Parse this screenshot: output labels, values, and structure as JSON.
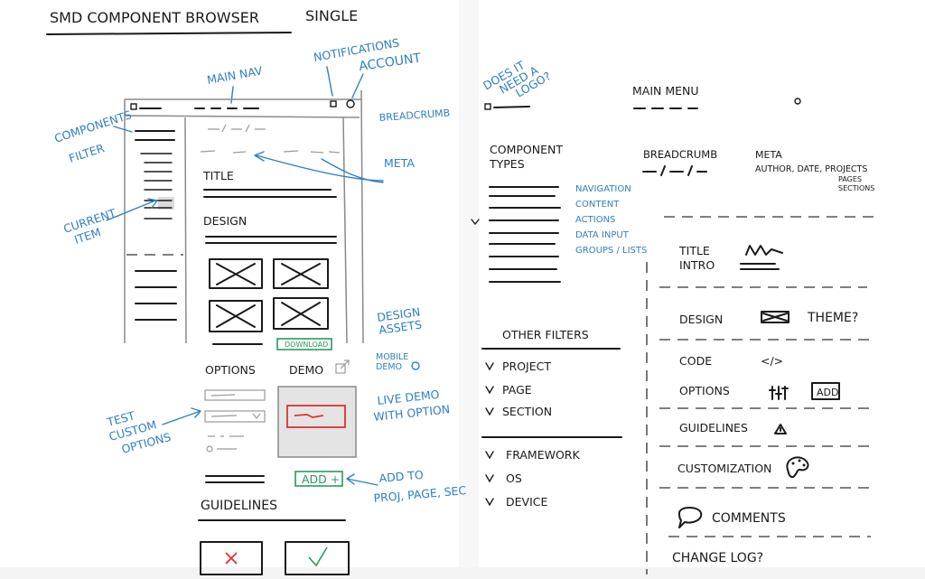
{
  "left": {
    "title": "SMD COMPONENT BROWSER",
    "subtitle": "SINGLE",
    "ann_main_nav": "MAIN NAV",
    "ann_notifications": "NOTIFICATIONS",
    "ann_account": "ACCOUNT",
    "ann_breadcrumb": "BREADCRUMB",
    "ann_components_filter": [
      "COMPONENTS",
      "FILTER"
    ],
    "ann_meta": "META",
    "ann_current_item": [
      "CURRENT",
      "ITEM"
    ],
    "wf_title": "TITLE",
    "wf_design": "DESIGN",
    "wf_download": "DOWNLOAD",
    "ann_design_assets": [
      "DESIGN",
      "ASSETS"
    ],
    "ann_mobile_demo": [
      "MOBILE",
      "DEMO"
    ],
    "wf_options": "OPTIONS",
    "wf_demo": "DEMO",
    "ann_test_custom": [
      "TEST",
      "CUSTOM",
      "OPTIONS"
    ],
    "ann_live_demo": [
      "LIVE DEMO",
      "WITH OPTION"
    ],
    "wf_add": "ADD +",
    "ann_add_to": [
      "ADD TO",
      "PROJ, PAGE, SEC"
    ],
    "wf_guidelines": "GUIDELINES"
  },
  "right": {
    "ann_logo": [
      "DOES IT",
      "NEED A",
      "LOGO?"
    ],
    "main_menu": "MAIN MENU",
    "component_types": [
      "COMPONENT",
      "TYPES"
    ],
    "breadcrumb": "BREADCRUMB",
    "meta": "META",
    "meta_detail": "AUTHOR, DATE, PROJECTS",
    "meta_pages": "PAGES",
    "meta_sections": "SECTIONS",
    "types": [
      "NAVIGATION",
      "CONTENT",
      "ACTIONS",
      "DATA INPUT",
      "GROUPS / LISTS"
    ],
    "other_filters": "OTHER FILTERS",
    "filters_a": [
      "PROJECT",
      "PAGE",
      "SECTION"
    ],
    "filters_b": [
      "FRAMEWORK",
      "OS",
      "DEVICE"
    ],
    "title_intro": [
      "TITLE",
      "INTRO"
    ],
    "design": "DESIGN",
    "theme": "THEME?",
    "code": "CODE",
    "code_glyph": "</>",
    "options": "OPTIONS",
    "add_box": "ADD",
    "guidelines": "GUIDELINES",
    "customization": "CUSTOMIZATION",
    "comments": "COMMENTS",
    "change_log": "CHANGE LOG?"
  },
  "colors": {
    "ink": "#1a1a1a",
    "annotation_blue": "#2f7fc4",
    "accent_green": "#2a9a5c",
    "accent_red": "#e03030"
  }
}
